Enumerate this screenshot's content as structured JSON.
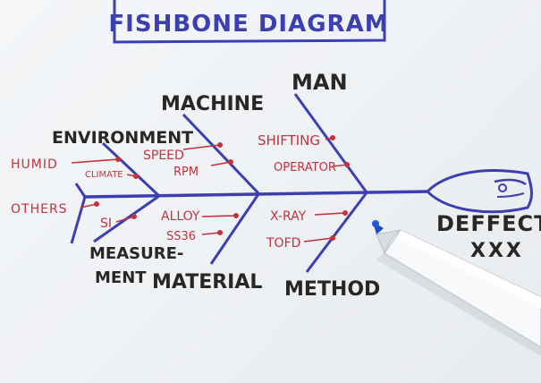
{
  "title": "FISHBONE DIAGRAM",
  "colors": {
    "ink_blue": "#3b3fb0",
    "ink_black": "#2a2624",
    "ink_red": "#c1323f",
    "paper": "#f1f3f6",
    "marker_body": "#f7f8fa",
    "marker_tip": "#1f4ec9"
  },
  "categories": {
    "man": "MAN",
    "machine": "MACHINE",
    "environment": "ENVIRONMENT",
    "measurement_line1": "MEASURE-",
    "measurement_line2": "MENT",
    "material": "MATERIAL",
    "method": "METHOD"
  },
  "causes": {
    "humid": "HUMID",
    "climate": "CLIMATE",
    "others": "OTHERS",
    "si": "SI",
    "speed": "SPEED",
    "rpm": "RPM",
    "alloy": "ALLOY",
    "ss36": "SS36",
    "shifting": "SHIFTING",
    "operator": "OPERATOR",
    "xray": "X-RAY",
    "tofd": "TOFD"
  },
  "effect": {
    "line1": "DEFFECT",
    "line2": "XXX"
  },
  "icons": {
    "fish_head": "fish-head-icon",
    "marker": "marker-pen-icon"
  }
}
